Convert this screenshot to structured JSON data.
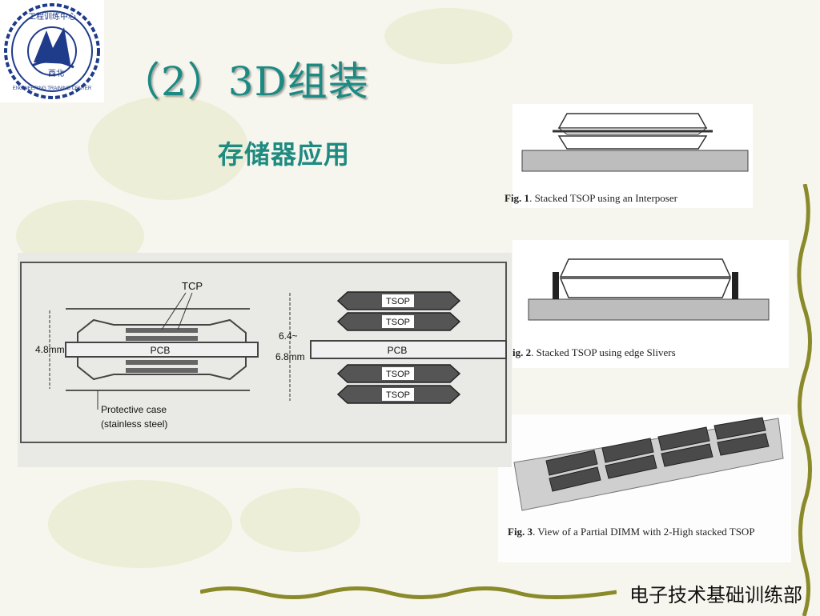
{
  "slide": {
    "title": "（2）3D组装",
    "subtitle": "存储器应用",
    "footer": "电子技术基础训练部"
  },
  "logo": {
    "ring_text_top": "工程训练中心",
    "ring_text_bottom": "ENGINEERING TRAINING CENTER",
    "center_text": "西北"
  },
  "diagram_left": {
    "tcp_label": "TCP",
    "pcb_label": "PCB",
    "height_label": "4.8mm",
    "case_label_1": "Protective case",
    "case_label_2": "(stainless steel)"
  },
  "diagram_right": {
    "tsop_labels": [
      "TSOP",
      "TSOP",
      "TSOP",
      "TSOP"
    ],
    "pcb_label": "PCB",
    "height_label_1": "6.4~",
    "height_label_2": "6.8mm"
  },
  "figures": [
    {
      "num": "Fig. 1",
      "text": ". Stacked TSOP using an Interposer"
    },
    {
      "num": "ig. 2",
      "text": ". Stacked TSOP using edge Slivers"
    },
    {
      "num": "Fig. 3",
      "text": ". View of a Partial DIMM with 2-High stacked TSOP"
    }
  ],
  "colors": {
    "title": "#1a8a82",
    "vine": "#8a8a2a",
    "logo_blue": "#1f3c8a"
  }
}
